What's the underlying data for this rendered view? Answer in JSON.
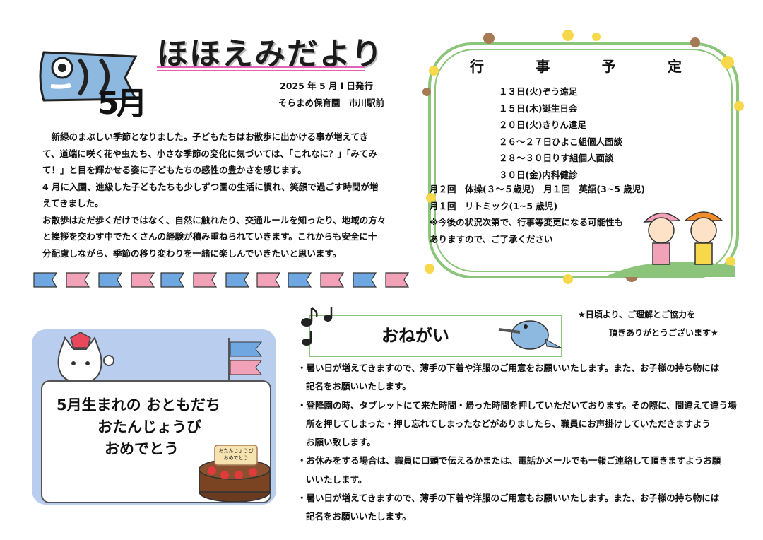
{
  "header": {
    "title": "ほほえみだより",
    "month_label": "5月",
    "issue_date": "2025 年 5 月 l 日発行",
    "publisher": "そらまめ保育園　市川駅前"
  },
  "intro": {
    "paragraphs": [
      "　新緑のまぶしい季節となりました。子どもたちはお散歩に出かける事が増えてき",
      "て、道端に咲く花や虫たち、小さな季節の変化に気づいては、「これなに？」「みてみ",
      "て！」と目を輝かせる姿に子どもたちの感性の豊かさを感じます。",
      "4 月に入園、進級した子どもたちも少しずつ園の生活に慣れ、笑顔で過ごす時間が増",
      "えてきました。",
      "お散歩はただ歩くだけではなく、自然に触れたり、交通ルールを知ったり、地域の方々",
      "と挨拶を交わす中でたくさんの経験が積み重ねられていきます。これからも安全に十",
      "分配慮しながら、季節の移り変わりを一緒に楽しんでいきたいと思います。"
    ]
  },
  "schedule": {
    "title_chars": [
      "行",
      "事",
      "予",
      "定"
    ],
    "events": [
      "１３日(火)ぞう遠足",
      "１５日(木)誕生日会",
      "２０日(火)きりん遠足",
      "２６～２７日ひよこ組個人面談",
      "２８～３０日りす組個人面談",
      "３０日(金)内科健診"
    ],
    "extra": [
      "月２回　体操(３～５歳児)　月１回　英語(3~5 歳児)",
      "月１回　リトミック(1~5 歳児)",
      "※今後の状況次第で、行事等変更になる可能性も",
      "ありますので、ご了承ください"
    ]
  },
  "birthday": {
    "line1": "5月生まれの おともだち",
    "line2": "おたんじょうび",
    "line3": "おめでとう",
    "cake_plate_line1": "おたんじょうび",
    "cake_plate_line2": "おめでとう"
  },
  "requests": {
    "title": "おねがい",
    "thanks_line1": "★日頃より、ご理解とご協力を",
    "thanks_line2": "頂きありがとうございます★",
    "lines": [
      "・暑い日が増えてきますので、薄手の下着や洋服のご用意をお願いいたします。また、お子様の持ち物には",
      "記名をお願いいたします。",
      "・登降園の時、タブレットにて来た時間・帰った時間を押していただいております。その際に、間違えて違う場",
      "所を押してしまった・押し忘れてしまったなどがありましたら、職員にお声掛けしていただきますよう",
      "お願い致します。",
      "・お休みをする場合は、職員に口頭で伝えるかまたは、電話かメールでも一報ご連絡して頂きますようお願",
      "いいたします。",
      "・暑い日が増えてきますので、薄手の下着や洋服のご用意もお願いいたします。また、お子様の持ち物には",
      "記名をお願いいたします。"
    ]
  },
  "colors": {
    "accent_pink": "#e062b9",
    "frame_green": "#8bc47a",
    "bday_blue": "#b9cdef"
  }
}
